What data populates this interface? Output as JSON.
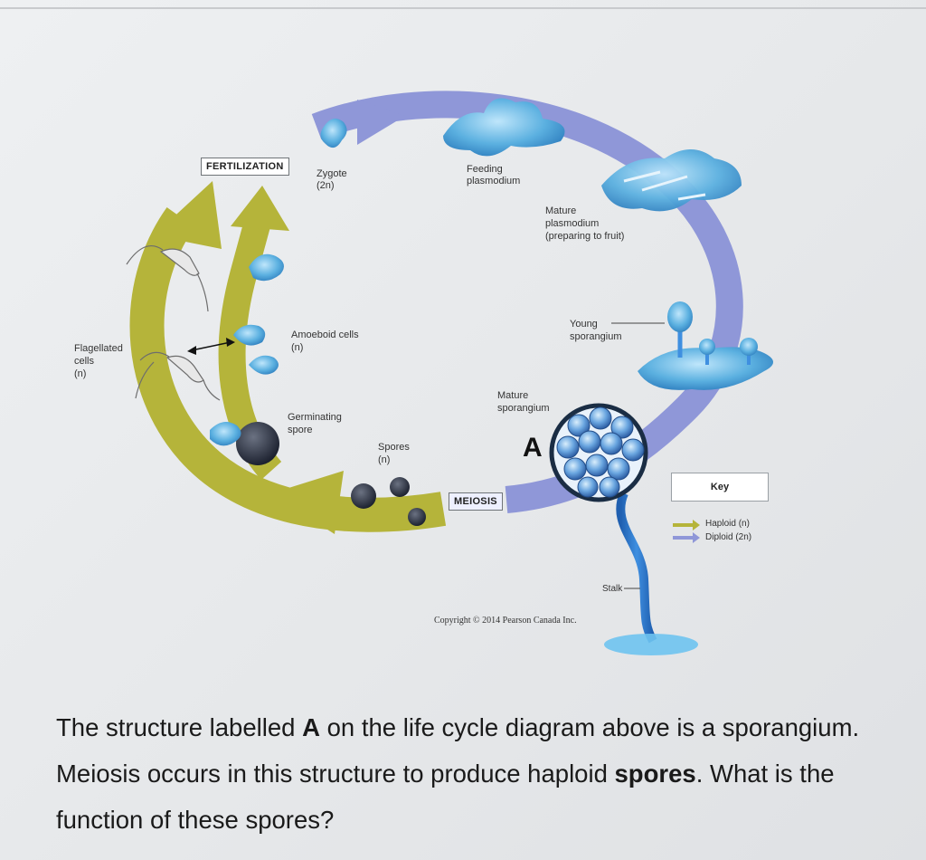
{
  "labels": {
    "fertilization": "FERTILIZATION",
    "zygote": "Zygote",
    "zygote_ploidy": "(2n)",
    "feeding": "Feeding",
    "plasmodium": "plasmodium",
    "mature": "Mature",
    "mature_plasmodium": "plasmodium",
    "preparing": "(preparing to fruit)",
    "young": "Young",
    "young_sporangium": "sporangium",
    "amoeboid": "Amoeboid cells",
    "amoeboid_ploidy": "(n)",
    "flagellated": "Flagellated",
    "flagellated_cells": "cells",
    "flagellated_ploidy": "(n)",
    "mature_sp": "Mature",
    "mature_sporangium": "sporangium",
    "germinating": "Germinating",
    "germinating_spore": "spore",
    "spores": "Spores",
    "spores_ploidy": "(n)",
    "a": "A",
    "meiosis": "MEIOSIS",
    "key": "Key",
    "haploid": "Haploid (n)",
    "diploid": "Diploid (2n)",
    "stalk": "Stalk",
    "copyright": "Copyright © 2014 Pearson Canada Inc."
  },
  "question": {
    "part1": "The structure labelled ",
    "bold1": "A",
    "part2": " on the life cycle diagram above is a sporangium.  Meiosis occurs in this structure to produce haploid ",
    "bold2": "spores",
    "part3": ".  What is the function of these spores?"
  },
  "colors": {
    "haploid": "#b5b43a",
    "diploid": "#8f97d8",
    "organism": "#5bb0e0",
    "spore": "#2a2f3a"
  }
}
